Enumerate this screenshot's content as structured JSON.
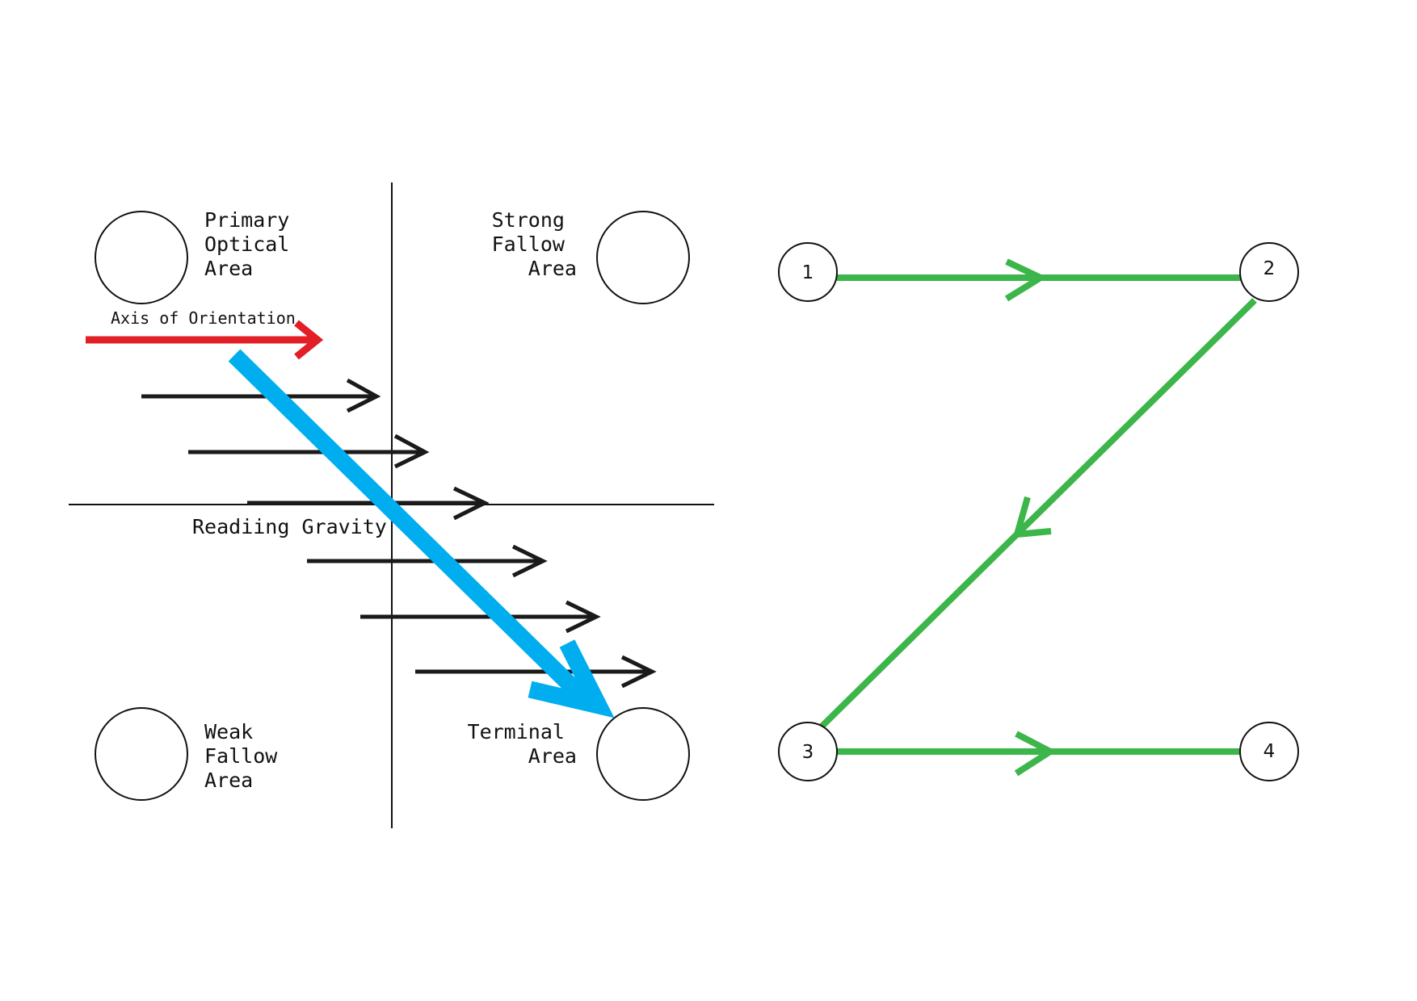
{
  "colors": {
    "background": "#ffffff",
    "ink": "#111111",
    "orientation_arrow": "#e21f26",
    "reading_gravity_arrow": "#00aeef",
    "z_path": "#3cb54a"
  },
  "gutenberg_diagram": {
    "areas": {
      "primary_optical": [
        "Primary",
        "Optical",
        "Area"
      ],
      "strong_fallow": [
        "Strong",
        "Fallow",
        "Area"
      ],
      "weak_fallow": [
        "Weak",
        "Fallow",
        "Area"
      ],
      "terminal": [
        "Terminal",
        "Area"
      ]
    },
    "axis_label": "Axis of Orientation",
    "gravity_label": "Readiing Gravity",
    "reading_arrow_count": 6
  },
  "z_pattern": {
    "nodes": [
      "1",
      "2",
      "3",
      "4"
    ],
    "path_order": [
      "1",
      "2",
      "3",
      "4"
    ]
  }
}
